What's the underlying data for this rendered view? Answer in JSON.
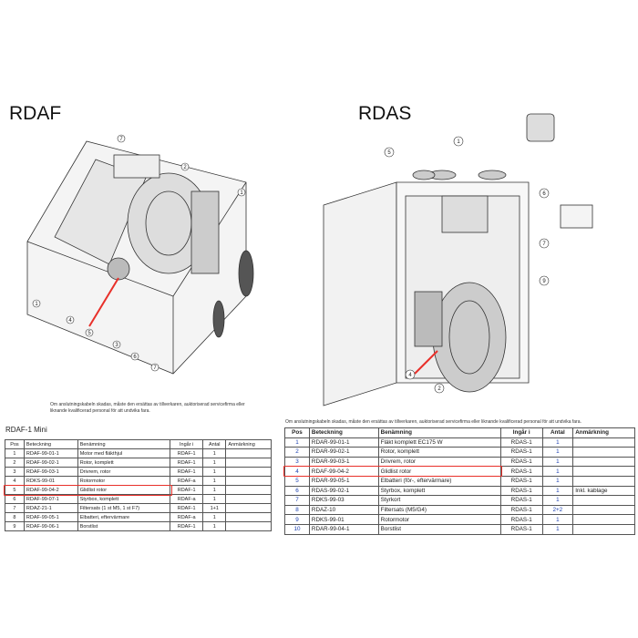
{
  "left": {
    "title": "RDAF",
    "callouts": [
      "7",
      "2",
      "1",
      "1",
      "4",
      "5",
      "3",
      "6",
      "7"
    ],
    "caption_line1": "Om anslutningskabeln skadas, måste den ersättas av tillverkaren, auktoriserad servicefirma eller",
    "caption_line2": "liknande kvalificerad personal för att undvika fara.",
    "table_title": "RDAF-1 Mini",
    "table": {
      "headers": [
        "Pos",
        "Beteckning",
        "Benämning",
        "Ingår i",
        "Antal",
        "Anmärkning"
      ],
      "rows": [
        [
          "1",
          "RDAF-99-01-1",
          "Motor med fläkthjul",
          "RDAF-1",
          "1",
          ""
        ],
        [
          "2",
          "RDAF-99-02-1",
          "Rotor, komplett",
          "RDAF-1",
          "1",
          ""
        ],
        [
          "3",
          "RDAF-99-03-1",
          "Drivrem, rotor",
          "RDAF-1",
          "1",
          ""
        ],
        [
          "4",
          "RDKS-99-01",
          "Rotormotor",
          "RDAF-a",
          "1",
          ""
        ],
        [
          "5",
          "RDAF-99-04-2",
          "Glidlist rotor",
          "RDAF-1",
          "1",
          ""
        ],
        [
          "6",
          "RDAF-99-07-1",
          "Styrbox, komplett",
          "RDAF-a",
          "1",
          ""
        ],
        [
          "7",
          "RDAZ-21-1",
          "Filtersats (1 st M5, 1 st F7)",
          "RDAF-1",
          "1+1",
          ""
        ],
        [
          "8",
          "RDAF-99-05-1",
          "Elbatteri, eftervärmare",
          "RDAF-a",
          "1",
          ""
        ],
        [
          "9",
          "RDAF-99-06-1",
          "Borstlist",
          "RDAF-1",
          "1",
          ""
        ]
      ],
      "highlighted_row": 5
    }
  },
  "right": {
    "title": "RDAS",
    "callouts": [
      "5",
      "1",
      "6",
      "7",
      "9",
      "4",
      "2"
    ],
    "caption": "Om anslutningskabeln skadas, måste den ersättas av tillverkaren, auktoriserad servicefirma eller liknande kvalificerad personal för att undvika fara.",
    "table": {
      "headers": [
        "Pos",
        "Beteckning",
        "Benämning",
        "Ingår i",
        "Antal",
        "Anmärkning"
      ],
      "rows": [
        [
          "1",
          "RDAR-99-01-1",
          "Fläkt komplett EC175 W",
          "RDAS-1",
          "1",
          ""
        ],
        [
          "2",
          "RDAR-99-02-1",
          "Rotor, komplett",
          "RDAS-1",
          "1",
          ""
        ],
        [
          "3",
          "RDAR-99-03-1",
          "Drivrem, rotor",
          "RDAS-1",
          "1",
          ""
        ],
        [
          "4",
          "RDAF-99-04-2",
          "Glidlist rotor",
          "RDAS-1",
          "1",
          ""
        ],
        [
          "5",
          "RDAR-99-05-1",
          "Elbatteri (för-, eftervärmare)",
          "RDAS-1",
          "1",
          ""
        ],
        [
          "6",
          "RDAS-99-02-1",
          "Styrbox, komplett",
          "RDAS-1",
          "1",
          "Inkl. kablage"
        ],
        [
          "7",
          "RDKS-99-03",
          "Styrkort",
          "RDAS-1",
          "1",
          ""
        ],
        [
          "8",
          "RDAZ-10",
          "Filtersats (M5/G4)",
          "RDAS-1",
          "2+2",
          ""
        ],
        [
          "9",
          "RDKS-99-01",
          "Rotormotor",
          "RDAS-1",
          "1",
          ""
        ],
        [
          "10",
          "RDAR-99-04-1",
          "Borstlist",
          "RDAS-1",
          "1",
          ""
        ]
      ],
      "highlighted_row": 4
    }
  },
  "colors": {
    "highlight": "#e8302a",
    "number_blue": "#1a3fb0"
  }
}
